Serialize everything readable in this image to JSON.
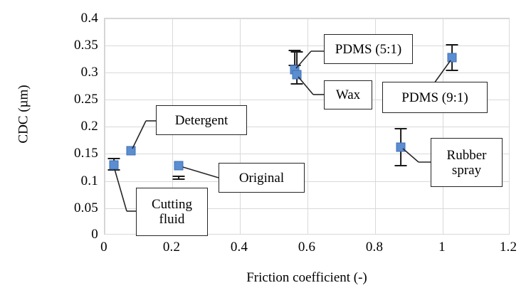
{
  "chart_data": {
    "type": "scatter",
    "title": "",
    "xlabel": "Friction coefficient (-)",
    "ylabel": "CDC (µm)",
    "xlim": [
      0,
      1.2
    ],
    "ylim": [
      0,
      0.4
    ],
    "xticks": [
      "0",
      "0.2",
      "0.4",
      "0.6",
      "0.8",
      "1",
      "1.2"
    ],
    "xtick_values": [
      0,
      0.2,
      0.4,
      0.6,
      0.8,
      1.0,
      1.2
    ],
    "yticks": [
      "0",
      "0.05",
      "0.1",
      "0.15",
      "0.2",
      "0.25",
      "0.3",
      "0.35",
      "0.4"
    ],
    "ytick_values": [
      0,
      0.05,
      0.1,
      0.15,
      0.2,
      0.25,
      0.3,
      0.35,
      0.4
    ],
    "grid": true,
    "legend": "none",
    "marker_color": "#5b8ed1",
    "marker_edge_color": "#3f6fb5",
    "errorbar_color": "#1a1a1a",
    "points": [
      {
        "label": "Cutting fluid",
        "x": 0.03,
        "y": 0.103,
        "yerr_low": 0.092,
        "yerr_high": 0.115
      },
      {
        "label": "Detergent",
        "x": 0.08,
        "y": 0.13,
        "yerr_low": 0.13,
        "yerr_high": 0.13
      },
      {
        "label": "Original",
        "x": 0.22,
        "y": 0.102,
        "yerr_low": 0.099,
        "yerr_high": 0.106
      },
      {
        "label": "PDMS (5:1)",
        "x": 0.565,
        "y": 0.298,
        "yerr_low": 0.285,
        "yerr_high": 0.315
      },
      {
        "label": "Wax",
        "x": 0.57,
        "y": 0.288,
        "yerr_low": 0.25,
        "yerr_high": 0.312
      },
      {
        "label": "Rubber spray",
        "x": 0.86,
        "y": 0.16,
        "yerr_low": 0.125,
        "yerr_high": 0.196
      },
      {
        "label": "PDMS (9:1)",
        "x": 1.03,
        "y": 0.32,
        "yerr_low": 0.295,
        "yerr_high": 0.345
      }
    ],
    "annotations": [
      {
        "text": "PDMS (5:1)",
        "target": "PDMS (5:1)"
      },
      {
        "text": "Wax",
        "target": "Wax"
      },
      {
        "text": "PDMS (9:1)",
        "target": "PDMS (9:1)"
      },
      {
        "text": "Detergent",
        "target": "Detergent"
      },
      {
        "text": "Original",
        "target": "Original"
      },
      {
        "text": "Cutting fluid",
        "target": "Cutting fluid"
      },
      {
        "text": "Rubber spray",
        "target": "Rubber spray"
      }
    ]
  },
  "callouts": {
    "pdms51": "PDMS (5:1)",
    "wax": "Wax",
    "pdms91": "PDMS (9:1)",
    "detergent": "Detergent",
    "original": "Original",
    "cutting_fluid_line1": "Cutting",
    "cutting_fluid_line2": "fluid",
    "rubber_spray_line1": "Rubber",
    "rubber_spray_line2": "spray"
  },
  "axes": {
    "x_title": "Friction coefficient (-)",
    "y_title": "CDC (µm)",
    "x_tick_labels": [
      "0",
      "0.2",
      "0.4",
      "0.6",
      "0.8",
      "1",
      "1.2"
    ],
    "y_tick_labels": [
      "0.4",
      "0.35",
      "0.3",
      "0.25",
      "0.2",
      "0.15",
      "0.1",
      "0.05",
      "0"
    ]
  }
}
